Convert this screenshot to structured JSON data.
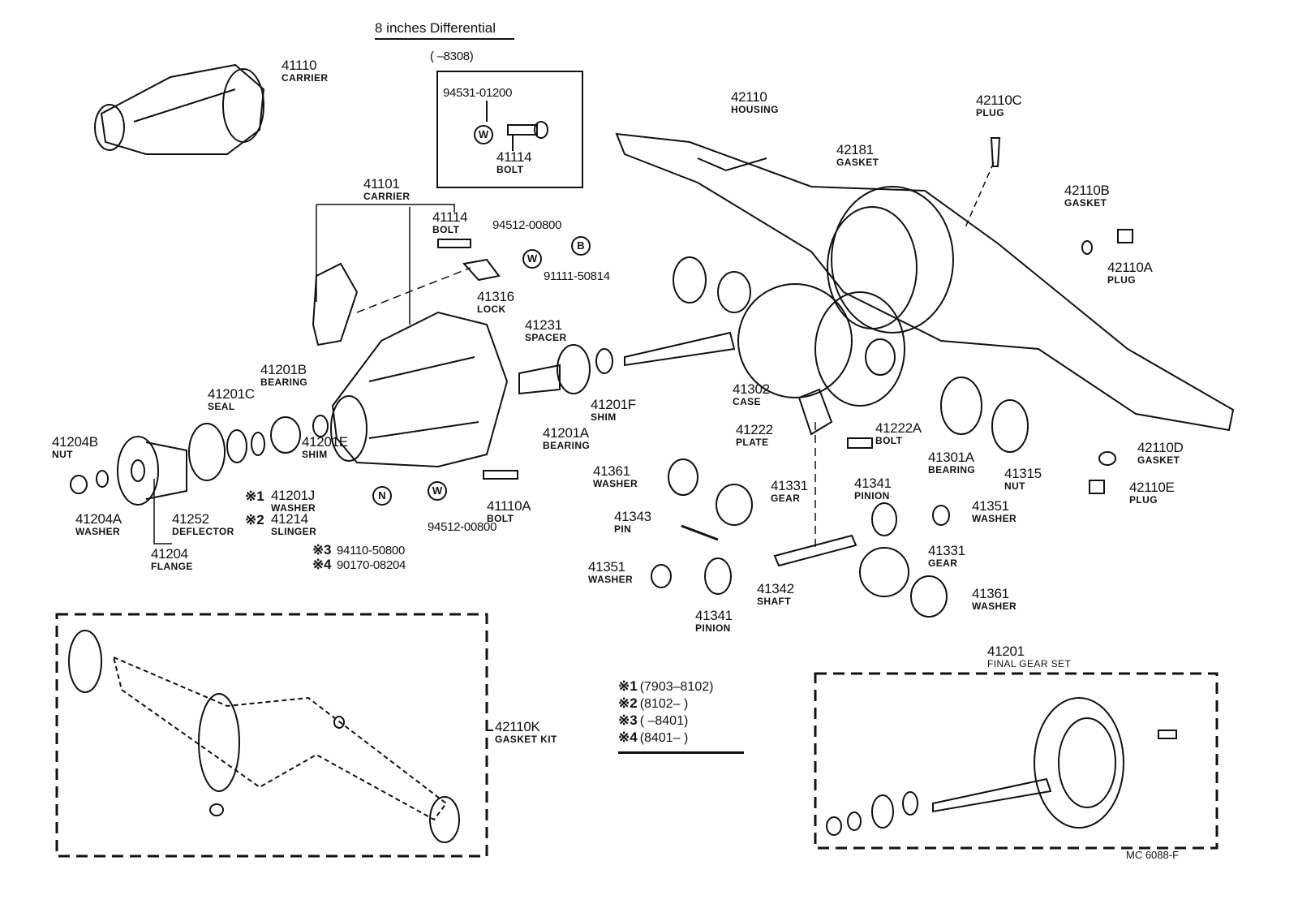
{
  "title": "8 inches Differential",
  "bolt_box_range": "(      –8308)",
  "parts": [
    {
      "number": "41110",
      "name": "CARRIER"
    },
    {
      "number": "41114",
      "name": "BOLT"
    },
    {
      "number": "41101",
      "name": "CARRIER"
    },
    {
      "number": "41114",
      "name": "BOLT"
    },
    {
      "number": "41316",
      "name": "LOCK"
    },
    {
      "number": "41231",
      "name": "SPACER"
    },
    {
      "number": "41201B",
      "name": "BEARING"
    },
    {
      "number": "41201C",
      "name": "SEAL"
    },
    {
      "number": "41204B",
      "name": "NUT"
    },
    {
      "number": "41201E",
      "name": "SHIM"
    },
    {
      "number": "41201F",
      "name": "SHIM"
    },
    {
      "number": "41201A",
      "name": "BEARING"
    },
    {
      "number": "41204A",
      "name": "WASHER"
    },
    {
      "number": "41252",
      "name": "DEFLECTOR"
    },
    {
      "number": "41201J",
      "name": "WASHER",
      "mark": "※1"
    },
    {
      "number": "41214",
      "name": "SLINGER",
      "mark": "※2"
    },
    {
      "number": "41204",
      "name": "FLANGE"
    },
    {
      "number": "41110A",
      "name": "BOLT"
    },
    {
      "number": "42110",
      "name": "HOUSING"
    },
    {
      "number": "42110C",
      "name": "PLUG"
    },
    {
      "number": "42181",
      "name": "GASKET"
    },
    {
      "number": "42110B",
      "name": "GASKET"
    },
    {
      "number": "42110A",
      "name": "PLUG"
    },
    {
      "number": "41302",
      "name": "CASE"
    },
    {
      "number": "41222",
      "name": "PLATE"
    },
    {
      "number": "41222A",
      "name": "BOLT"
    },
    {
      "number": "41301A",
      "name": "BEARING"
    },
    {
      "number": "41315",
      "name": "NUT"
    },
    {
      "number": "42110D",
      "name": "GASKET"
    },
    {
      "number": "42110E",
      "name": "PLUG"
    },
    {
      "number": "41361",
      "name": "WASHER"
    },
    {
      "number": "41331",
      "name": "GEAR"
    },
    {
      "number": "41343",
      "name": "PIN"
    },
    {
      "number": "41341",
      "name": "PINION"
    },
    {
      "number": "41351",
      "name": "WASHER"
    },
    {
      "number": "41331",
      "name": "GEAR"
    },
    {
      "number": "41351",
      "name": "WASHER"
    },
    {
      "number": "41342",
      "name": "SHAFT"
    },
    {
      "number": "41341",
      "name": "PINION"
    },
    {
      "number": "41361",
      "name": "WASHER"
    },
    {
      "number": "42110K",
      "name": "GASKET KIT"
    },
    {
      "number": "41201",
      "name": "FINAL GEAR SET"
    }
  ],
  "std_parts": [
    {
      "code": "94531-01200"
    },
    {
      "code": "94512-00800"
    },
    {
      "code": "91111-50814"
    },
    {
      "code": "94512-00800"
    },
    {
      "code": "94110-50800",
      "mark": "※3"
    },
    {
      "code": "90170-08204",
      "mark": "※4"
    }
  ],
  "symbols": [
    "W",
    "W",
    "B",
    "N",
    "W"
  ],
  "notes": [
    {
      "mark": "※1",
      "range": "(7903–8102)"
    },
    {
      "mark": "※2",
      "range": "(8102–      )"
    },
    {
      "mark": "※3",
      "range": "(      –8401)"
    },
    {
      "mark": "※4",
      "range": "(8401–      )"
    }
  ],
  "footer": "MC  6088-F"
}
